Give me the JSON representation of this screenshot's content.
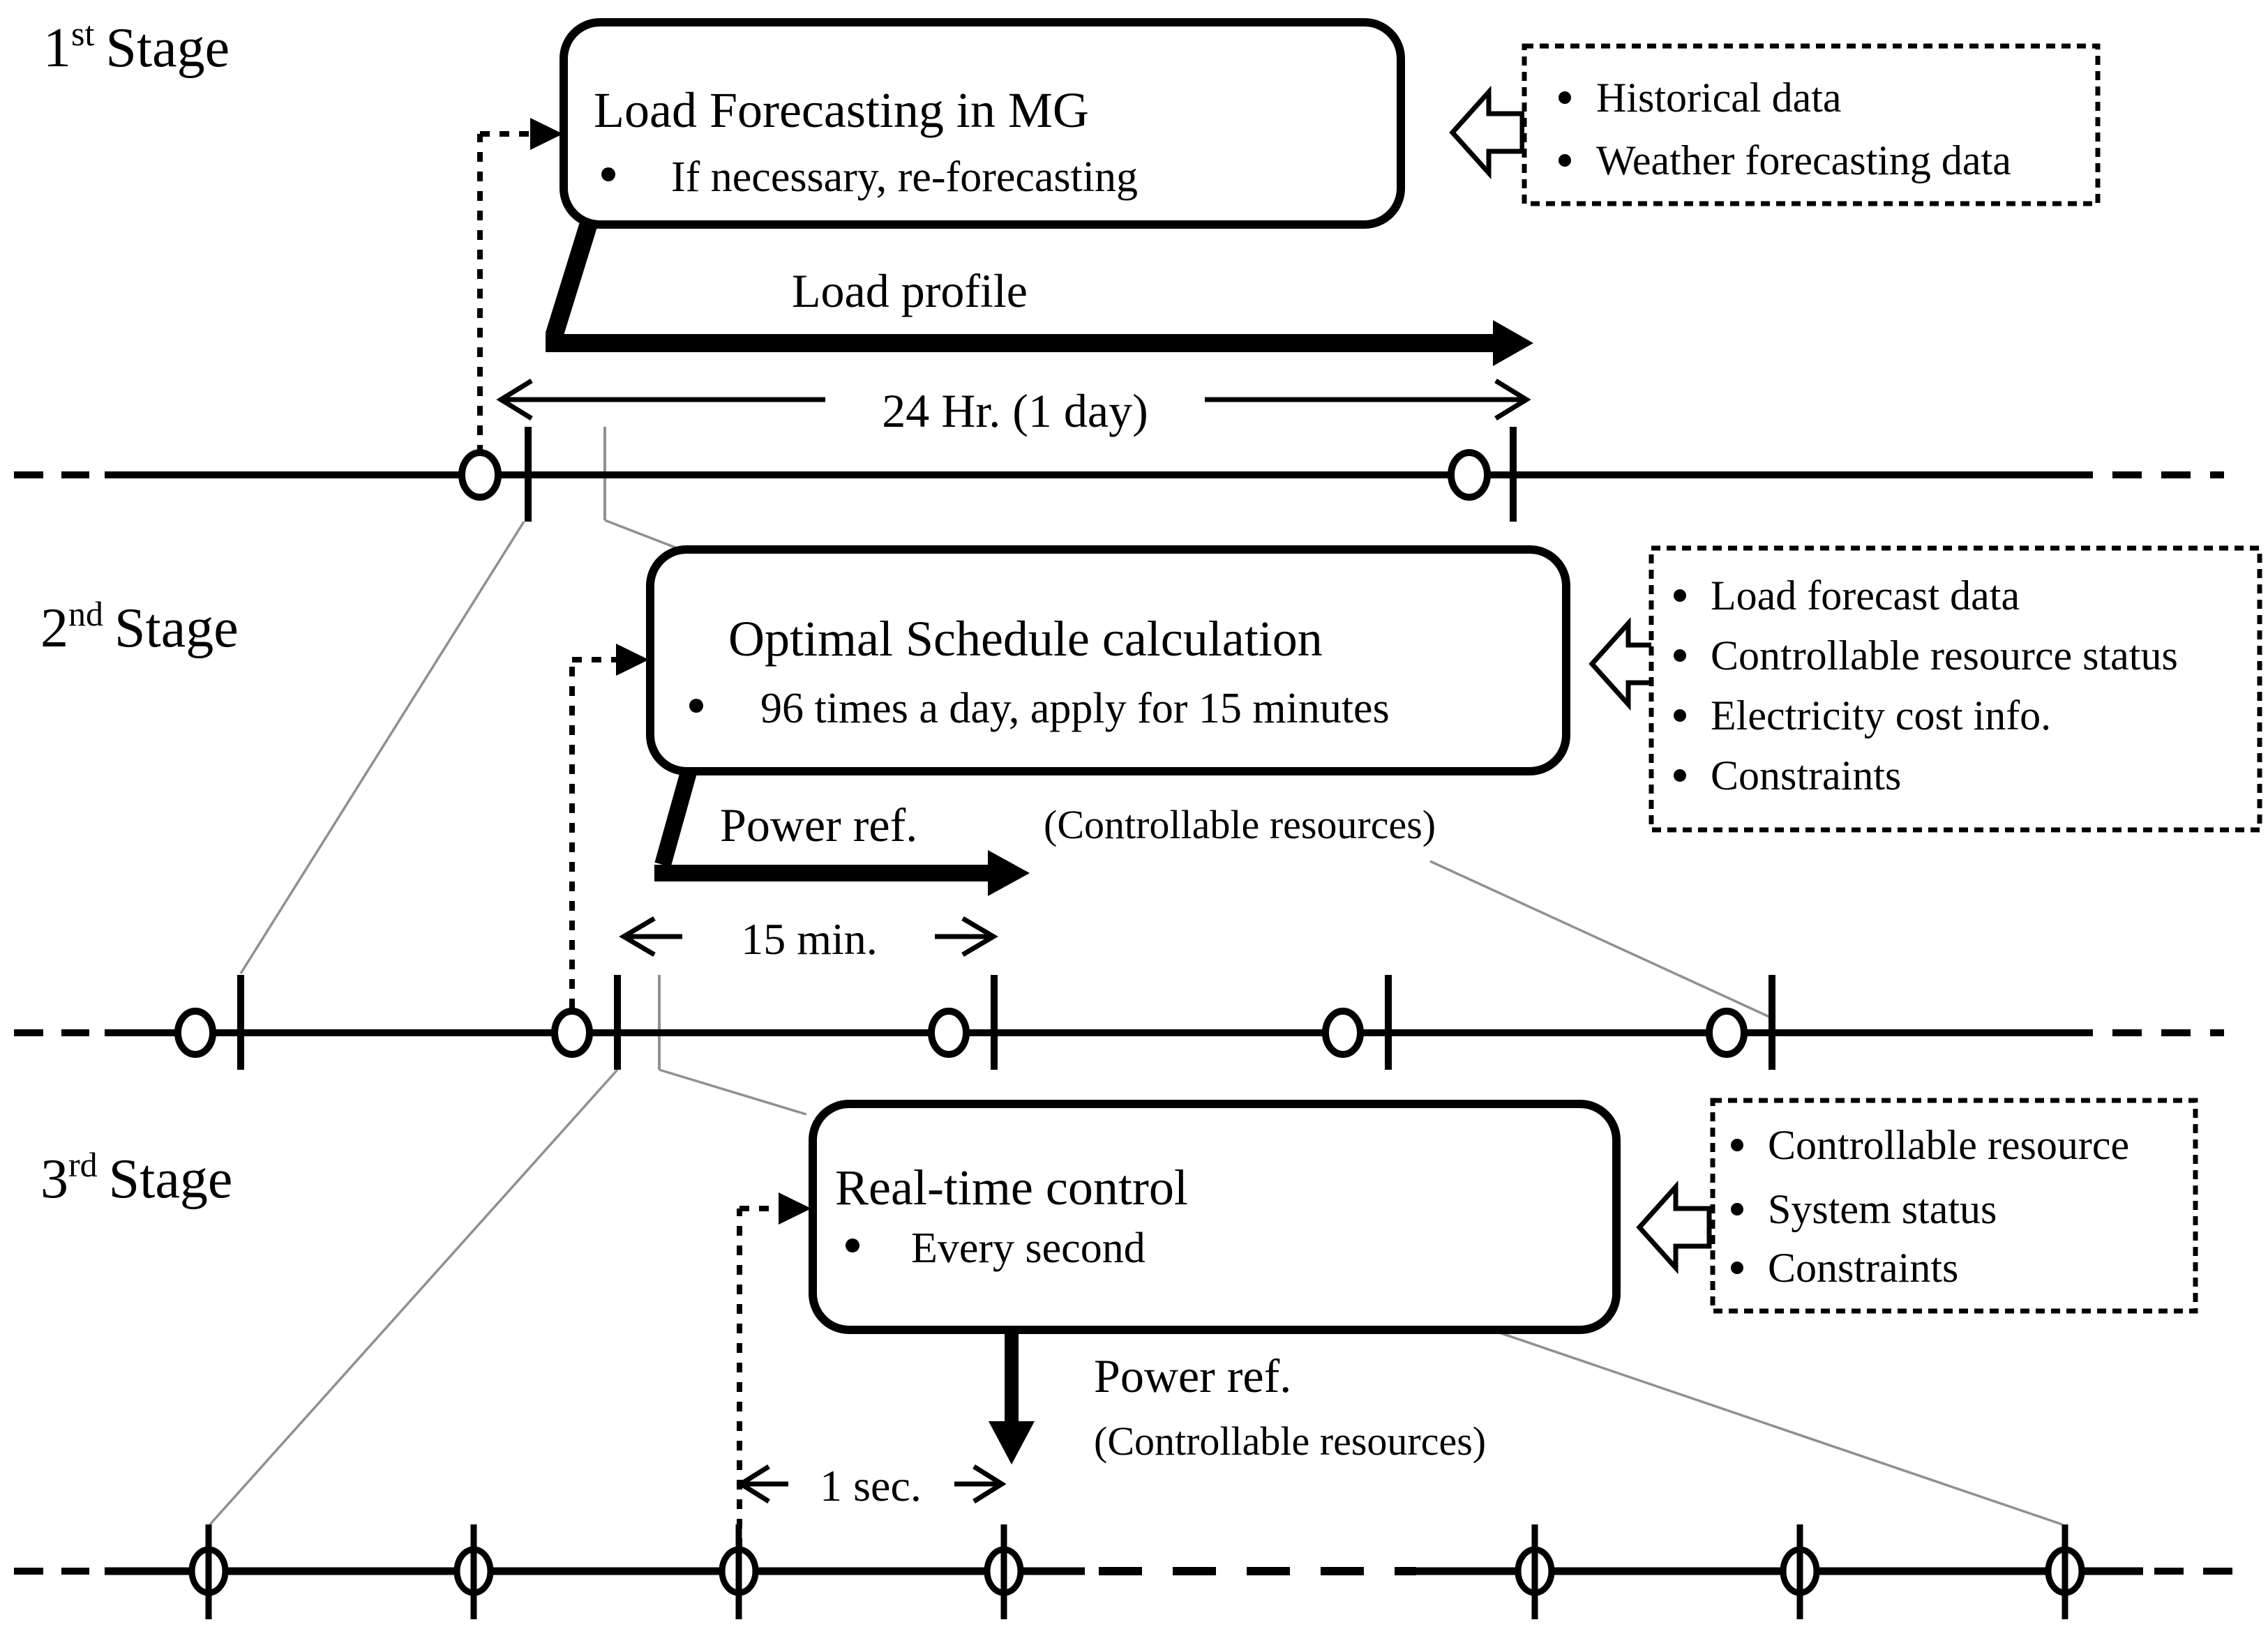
{
  "stages": [
    {
      "num": "1",
      "sup": "st",
      "word": "Stage"
    },
    {
      "num": "2",
      "sup": "nd",
      "word": "Stage"
    },
    {
      "num": "3",
      "sup": "rd",
      "word": "Stage"
    }
  ],
  "process_boxes": [
    {
      "title": "Load Forecasting in MG",
      "bullet": "If necessary, re-forecasting"
    },
    {
      "title": "Optimal Schedule calculation",
      "bullet": "96 times a day, apply for 15 minutes"
    },
    {
      "title": "Real-time control",
      "bullet": "Every second"
    }
  ],
  "input_boxes": [
    {
      "items": [
        "Historical data",
        "Weather forecasting data"
      ]
    },
    {
      "items": [
        "Load forecast data",
        "Controllable resource status",
        "Electricity cost info.",
        "Constraints"
      ]
    },
    {
      "items": [
        "Controllable resource",
        "System status",
        "Constraints"
      ]
    }
  ],
  "output_arrows": [
    {
      "label": "Load profile",
      "sublabel": ""
    },
    {
      "label": "Power ref.",
      "sublabel": "(Controllable resources)"
    },
    {
      "label": "Power ref.",
      "sublabel": "(Controllable resources)"
    }
  ],
  "time_spans": [
    {
      "label": "24 Hr. (1 day)"
    },
    {
      "label": "15 min."
    },
    {
      "label": "1 sec."
    }
  ],
  "colors": {
    "ink": "#000000",
    "connector": "#909090",
    "background": "#ffffff"
  }
}
